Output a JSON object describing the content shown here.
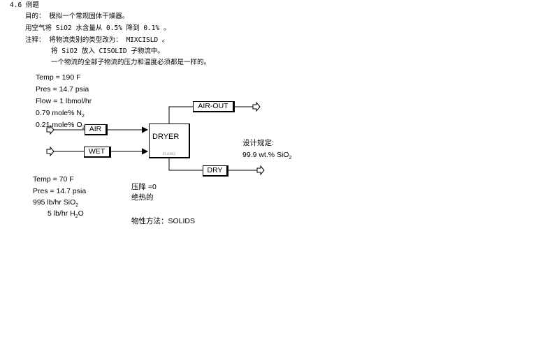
{
  "heading": "4.6 例题",
  "lines": [
    "目的： 模拟一个常规固体干燥器。",
    "用空气将 SiO2 水含量从 0.5% 降到 0.1% 。",
    "注释：   将物流类别的类型改为： MIXCISLD 。",
    "将 SiO2 放入 CISOLID 子物流中。",
    "一个物流的全部子物流的压力和温度必须都是一样的。"
  ],
  "air_feed": [
    "Temp = 190 F",
    "Pres = 14.7 psia",
    "Flow = 1 lbmol/hr",
    "0.79 mole% N",
    "2",
    "0.21 mole% O",
    "2"
  ],
  "wet_feed": [
    "Temp = 70 F",
    "Pres = 14.7 psia",
    "995 lb/hr SiO",
    "2",
    "5 lb/hr H",
    "2",
    "O"
  ],
  "streams": {
    "air": "AIR",
    "wet": "WET",
    "air_out": "AIR-OUT",
    "dry": "DRY"
  },
  "block": {
    "name": "DRYER",
    "type": "FLASH2"
  },
  "design_spec": {
    "label": "设计规定:",
    "value": "99.9 wt.% SiO",
    "sub": "2"
  },
  "block_notes": [
    "压降 =0",
    "绝热的"
  ],
  "property_method": "物性方法：SOLIDS"
}
